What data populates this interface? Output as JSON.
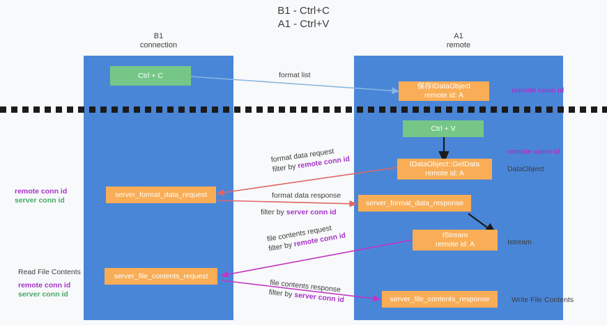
{
  "title": {
    "line1": "B1 - Ctrl+C",
    "line2": "A1 - Ctrl+V"
  },
  "columns": [
    {
      "id": "b1",
      "name": "B1",
      "role": "connection",
      "color": "#4a86d8"
    },
    {
      "id": "a1",
      "name": "A1",
      "role": "remote",
      "color": "#4a86d8"
    }
  ],
  "colors": {
    "column_blue": "#4a86d8",
    "node_green": "#76c787",
    "node_orange": "#f8ad56",
    "accent_purple": "#a634c8",
    "accent_green": "#48a868",
    "edge_blue": "#8ab7e0",
    "edge_red": "#e06666",
    "edge_magenta": "#c334c3",
    "edge_black": "#1b1b1b",
    "divider_black": "#1b1b1b",
    "background": "#f8f9fa"
  },
  "nodes": [
    {
      "id": "ctrl-c",
      "line1": "Ctrl + C",
      "line2": "",
      "style": "green"
    },
    {
      "id": "save-idataobject",
      "line1": "保存IDataObject",
      "line2": "remote id: A",
      "style": "orange"
    },
    {
      "id": "ctrl-v",
      "line1": "Ctrl + V",
      "line2": "",
      "style": "green"
    },
    {
      "id": "idataobject-getdata",
      "line1": "IDataObject::GetData",
      "line2": "remote id: A",
      "style": "orange"
    },
    {
      "id": "server-format-data-request",
      "line1": "server_format_data_request",
      "line2": "",
      "style": "orange"
    },
    {
      "id": "server-format-data-response",
      "line1": "server_format_data_response",
      "line2": "",
      "style": "orange"
    },
    {
      "id": "istream",
      "line1": "IStream",
      "line2": "remote id: A",
      "style": "orange"
    },
    {
      "id": "server-file-contents-request",
      "line1": "server_file_contents_request",
      "line2": "",
      "style": "orange"
    },
    {
      "id": "server-file-contents-response",
      "line1": "server_file_contents_response",
      "line2": "",
      "style": "orange"
    }
  ],
  "edge_labels": {
    "format_list": "format list",
    "format_data_request": "format data request",
    "format_data_response": "format data response",
    "file_contents_request": "file contents request",
    "file_contents_response": "file contents response",
    "filter_by": "filter by",
    "remote_conn_id": "remote conn id",
    "server_conn_id": "server conn id"
  },
  "annotations": {
    "right_remote_conn_id_top": "remote conn id",
    "right_remote_conn_id_mid": "remote conn id",
    "right_dataobject": "DataObject",
    "right_istream": "Istream",
    "right_write_file_contents": "Write File Contents",
    "left_remote_conn_id_mid": "remote conn id",
    "left_server_conn_id_mid": "server conn id",
    "left_read_file_contents": "Read File Contents",
    "left_remote_conn_id_bottom": "remote conn id",
    "left_server_conn_id_bottom": "server conn id"
  }
}
